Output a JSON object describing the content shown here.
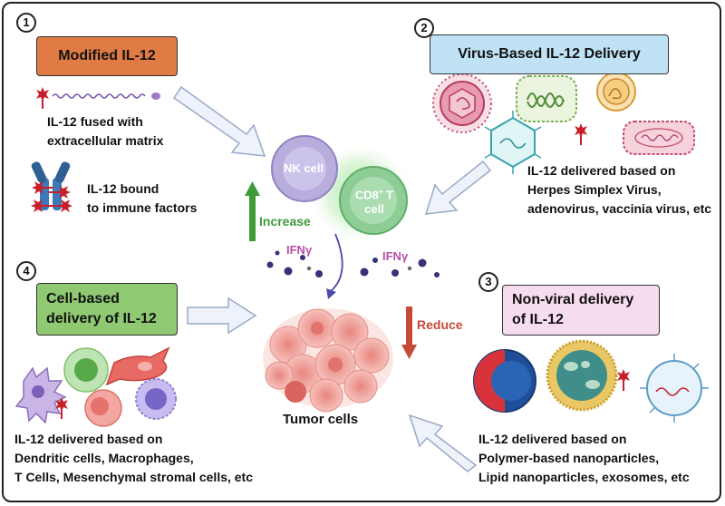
{
  "sections": {
    "s1": {
      "number": "1",
      "title": "Modified IL-12",
      "text_a": [
        "IL-12 fused with",
        "extracellular matrix"
      ],
      "text_b": [
        "IL-12 bound",
        "to immune factors"
      ]
    },
    "s2": {
      "number": "2",
      "title": "Virus-Based IL-12 Delivery",
      "text": [
        "IL-12 delivered based on",
        "Herpes Simplex Virus,",
        "adenovirus, vaccinia virus, etc"
      ]
    },
    "s3": {
      "number": "3",
      "title": [
        "Non-viral delivery",
        "of IL-12"
      ],
      "text": [
        "IL-12 delivered based on",
        "Polymer-based nanoparticles,",
        "Lipid nanoparticles, exosomes, etc"
      ]
    },
    "s4": {
      "number": "4",
      "title": [
        "Cell-based",
        "delivery of IL-12"
      ],
      "text": [
        "IL-12 delivered based on",
        "Dendritic cells, Macrophages,",
        "T Cells, Mesenchymal stromal cells,  etc"
      ]
    }
  },
  "center": {
    "nk_cell": "NK cell",
    "cd8_main": "CD8",
    "cd8_sup": "+",
    "cd8_t": " T",
    "cd8_cell": "cell",
    "increase": "Increase",
    "ifn_left": "IFNγ",
    "ifn_right": "IFNγ",
    "reduce": "Reduce",
    "tumor": "Tumor cells"
  },
  "colors": {
    "s1_box": "#e07b45",
    "s2_box": "#bfe2f5",
    "s3_box": "#f6dcef",
    "s4_box": "#8fca73",
    "nk_cell": "#b8addc",
    "cd8_cell": "#8fcd97",
    "increase": "#3f9a3a",
    "reduce": "#c44a3a",
    "ifn": "#b84fa6",
    "il12_red": "#c8202a",
    "tumor": "#f0a6a0"
  }
}
